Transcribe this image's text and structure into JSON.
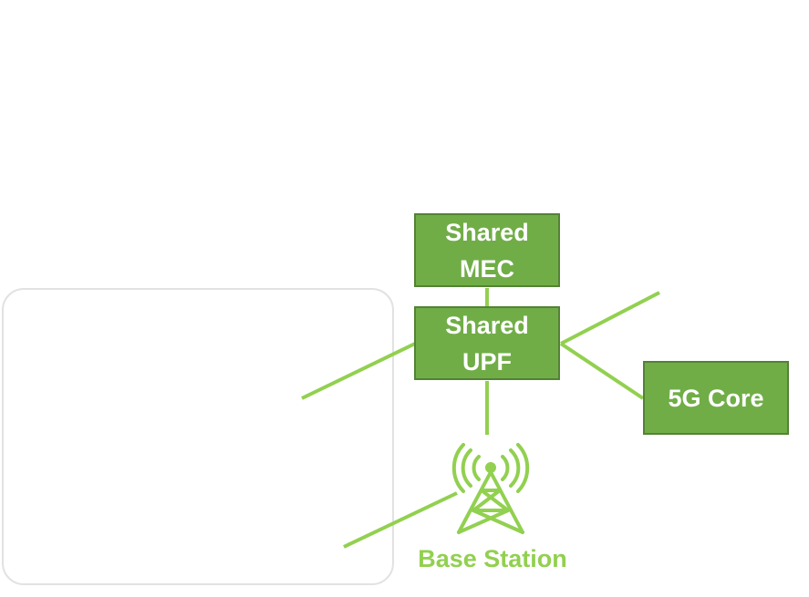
{
  "diagram": {
    "nodes": {
      "shared_mec": {
        "line1": "Shared",
        "line2": "MEC"
      },
      "shared_upf": {
        "line1": "Shared",
        "line2": "UPF"
      },
      "core": {
        "label": "5G Core"
      },
      "base_station": {
        "label": "Base Station"
      }
    },
    "colors": {
      "box_fill": "#70ad47",
      "box_border": "#548235",
      "link": "#92d050",
      "panel_border": "#e2e2e2"
    },
    "icons": {
      "base_station": "cell-tower-icon"
    }
  }
}
